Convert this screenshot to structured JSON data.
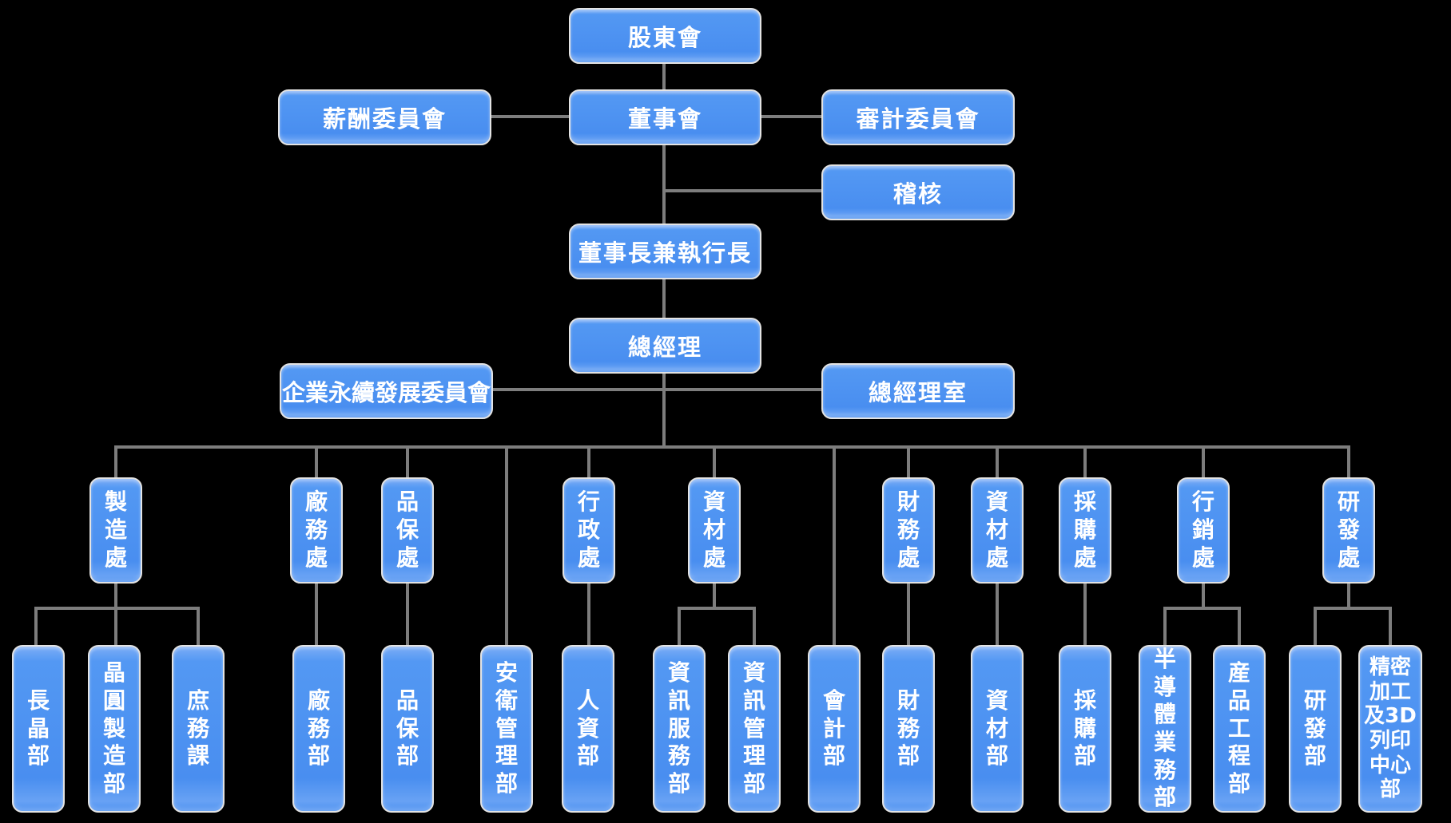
{
  "title": "organization-chart",
  "colors": {
    "background": "#000000",
    "box_fill_top": "#7cadf6",
    "box_fill": "#4a8ff0",
    "box_border": "#e3e3e3",
    "connector": "#7d7d7d",
    "text": "#ffffff"
  },
  "nodes": {
    "shareholders": {
      "label": "股東會"
    },
    "compensation_committee": {
      "label": "薪酬委員會"
    },
    "board": {
      "label": "董事會"
    },
    "audit_committee": {
      "label": "審計委員會"
    },
    "internal_audit": {
      "label": "稽核"
    },
    "chairman_ceo": {
      "label": "董事長兼執行長"
    },
    "president": {
      "label": "總經理"
    },
    "sustainability_committee": {
      "label": "企業永續發展委員會"
    },
    "president_office": {
      "label": "總經理室"
    },
    "manufacturing_div": {
      "label": "製\n造\n處"
    },
    "facility_div": {
      "label": "廠\n務\n處"
    },
    "qa_div": {
      "label": "品\n保\n處"
    },
    "admin_div": {
      "label": "行\n政\n處"
    },
    "materials_div_1": {
      "label": "資\n材\n處"
    },
    "finance_div": {
      "label": "財\n務\n處"
    },
    "materials_div_2": {
      "label": "資\n材\n處"
    },
    "procurement_div": {
      "label": "採\n購\n處"
    },
    "marketing_div": {
      "label": "行\n銷\n處"
    },
    "rd_div": {
      "label": "研\n發\n處"
    },
    "crystal_growth_dept": {
      "label": "長\n晶\n部"
    },
    "wafer_mfg_dept": {
      "label": "晶\n圓\n製\n造\n部"
    },
    "general_affairs_section": {
      "label": "庶\n務\n課"
    },
    "facility_dept": {
      "label": "廠\n務\n部"
    },
    "qa_dept": {
      "label": "品\n保\n部"
    },
    "safety_health_dept": {
      "label": "安\n衛\n管\n理\n部"
    },
    "hr_dept": {
      "label": "人\n資\n部"
    },
    "it_service_dept": {
      "label": "資\n訊\n服\n務\n部"
    },
    "it_mgmt_dept": {
      "label": "資\n訊\n管\n理\n部"
    },
    "accounting_dept": {
      "label": "會\n計\n部"
    },
    "finance_dept": {
      "label": "財\n務\n部"
    },
    "materials_dept": {
      "label": "資\n材\n部"
    },
    "procurement_dept": {
      "label": "採\n購\n部"
    },
    "semiconductor_sales_dept": {
      "label": "半\n導\n體\n業\n務\n部"
    },
    "product_engineering_dept": {
      "label": "産\n品\n工\n程\n部"
    },
    "rd_dept": {
      "label": "研\n發\n部"
    },
    "precision_3d_center_dept": {
      "label": "精密\n加工\n及3D\n列印\n中心\n部"
    }
  }
}
